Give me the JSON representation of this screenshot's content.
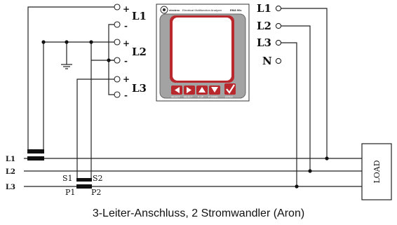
{
  "meter": {
    "logo": "electrex",
    "header": "Electrical Multifunction Analyzer",
    "model": "EMA 90s",
    "buttons": [
      "SELECT",
      "SELECT",
      "P. UP",
      "P. DOWN",
      "ENTER"
    ]
  },
  "current_inputs": [
    {
      "label": "L1",
      "plus": "+",
      "minus": "-"
    },
    {
      "label": "L2",
      "plus": "+",
      "minus": "-"
    },
    {
      "label": "L3",
      "plus": "+",
      "minus": "-"
    }
  ],
  "voltage_inputs": [
    "L1",
    "L2",
    "L3",
    "N"
  ],
  "lines": [
    "L1",
    "L2",
    "L3"
  ],
  "transformer": {
    "s1": "S1",
    "s2": "S2",
    "p1": "P1",
    "p2": "P2"
  },
  "load": "LOAD",
  "caption": "3-Leiter-Anschluss, 2 Stromwandler (Aron)"
}
